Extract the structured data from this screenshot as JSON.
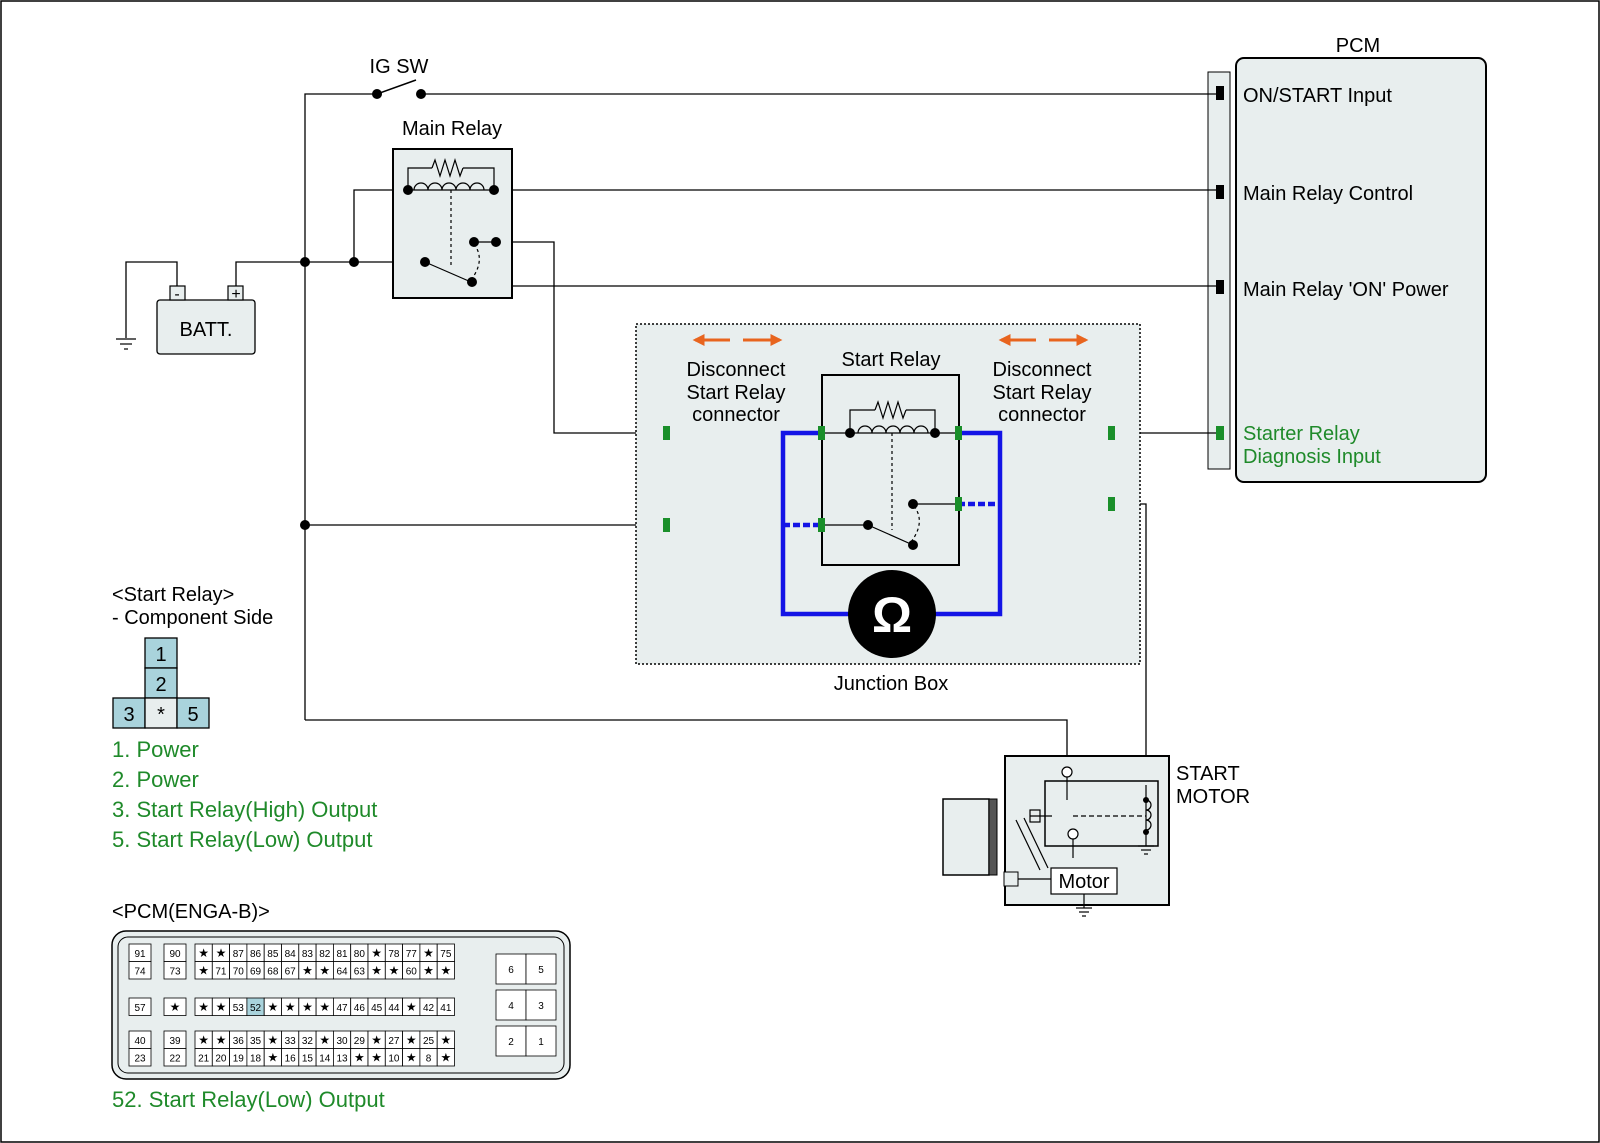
{
  "labels": {
    "ig_sw": "IG SW",
    "main_relay": "Main Relay",
    "batt": "BATT.",
    "batt_minus": "-",
    "batt_plus": "+",
    "pcm": "PCM",
    "pcm_on_start": "ON/START Input",
    "pcm_main_relay_control": "Main Relay Control",
    "pcm_main_relay_on_power": "Main Relay 'ON' Power",
    "pcm_starter_diag_1": "Starter Relay",
    "pcm_starter_diag_2": "Diagnosis Input",
    "disconnect_left_1": "Disconnect",
    "disconnect_left_2": "Start Relay",
    "disconnect_left_3": "connector",
    "disconnect_right_1": "Disconnect",
    "disconnect_right_2": "Start Relay",
    "disconnect_right_3": "connector",
    "start_relay": "Start Relay",
    "ohm_symbol": "Ω",
    "junction_box": "Junction Box",
    "start_motor_1": "START",
    "start_motor_2": "MOTOR",
    "motor": "Motor"
  },
  "start_relay_connector": {
    "title": "<Start Relay>",
    "subtitle": "- Component Side",
    "pins": [
      "1",
      "2",
      "3",
      "*",
      "5"
    ],
    "legend": [
      "1. Power",
      "2. Power",
      "3. Start Relay(High) Output",
      "5. Start Relay(Low) Output"
    ]
  },
  "pcm_connector": {
    "title": "<PCM(ENGA-B)>",
    "row1_top": [
      "91",
      "90",
      "★",
      "★",
      "87",
      "86",
      "85",
      "84",
      "83",
      "82",
      "81",
      "80",
      "★",
      "78",
      "77",
      "★",
      "75"
    ],
    "row1_bottom": [
      "74",
      "73",
      "★",
      "71",
      "70",
      "69",
      "68",
      "67",
      "★",
      "★",
      "64",
      "63",
      "★",
      "★",
      "60",
      "★",
      "★"
    ],
    "row2": [
      "57",
      "★",
      "★",
      "★",
      "53",
      "52",
      "★",
      "★",
      "★",
      "★",
      "47",
      "46",
      "45",
      "44",
      "★",
      "42",
      "41"
    ],
    "row3_top": [
      "40",
      "39",
      "★",
      "★",
      "36",
      "35",
      "★",
      "33",
      "32",
      "★",
      "30",
      "29",
      "★",
      "27",
      "★",
      "25",
      "★"
    ],
    "row3_bottom": [
      "23",
      "22",
      "21",
      "20",
      "19",
      "18",
      "★",
      "16",
      "15",
      "14",
      "13",
      "★",
      "★",
      "10",
      "★",
      "8",
      "★"
    ],
    "right_blocks": [
      [
        "6",
        "5"
      ],
      [
        "4",
        "3"
      ],
      [
        "2",
        "1"
      ]
    ],
    "highlight_pin": "52",
    "legend": "52. Start Relay(Low) Output"
  },
  "colors": {
    "line": "#000000",
    "box_fill": "#e8eeee",
    "connector_blue": "#a9d3dc",
    "green_text": "#1f8a2a",
    "green_terminal": "#1a8f2a",
    "orange_arrow": "#e8641e",
    "meter_wire": "#1414e6"
  }
}
